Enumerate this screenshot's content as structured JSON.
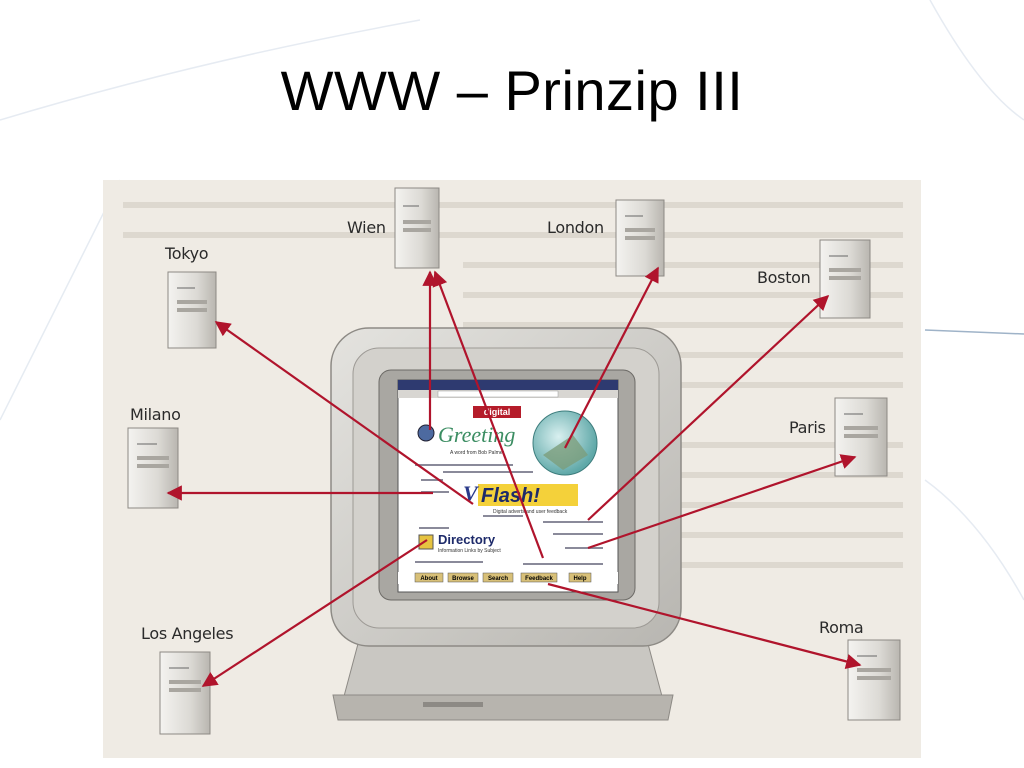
{
  "slide": {
    "title": "WWW – Prinzip III"
  },
  "cities": {
    "wien": "Wien",
    "london": "London",
    "tokyo": "Tokyo",
    "boston": "Boston",
    "milano": "Milano",
    "paris": "Paris",
    "los_angeles": "Los Angeles",
    "roma": "Roma"
  },
  "browser": {
    "logo": "digital",
    "greeting_title": "Greeting",
    "greeting_sub": "A word from Bob Palmer",
    "flash_title": "Flash!",
    "flash_sub": "Digital adverts and user feedback",
    "directory_title": "Directory",
    "directory_sub": "Information Links by Subject",
    "nav": [
      "About",
      "Browse",
      "Search",
      "Feedback",
      "Help"
    ]
  },
  "colors": {
    "arrow": "#b0142c",
    "figure_bg": "#efebe4",
    "flash": "#f4d13a"
  }
}
